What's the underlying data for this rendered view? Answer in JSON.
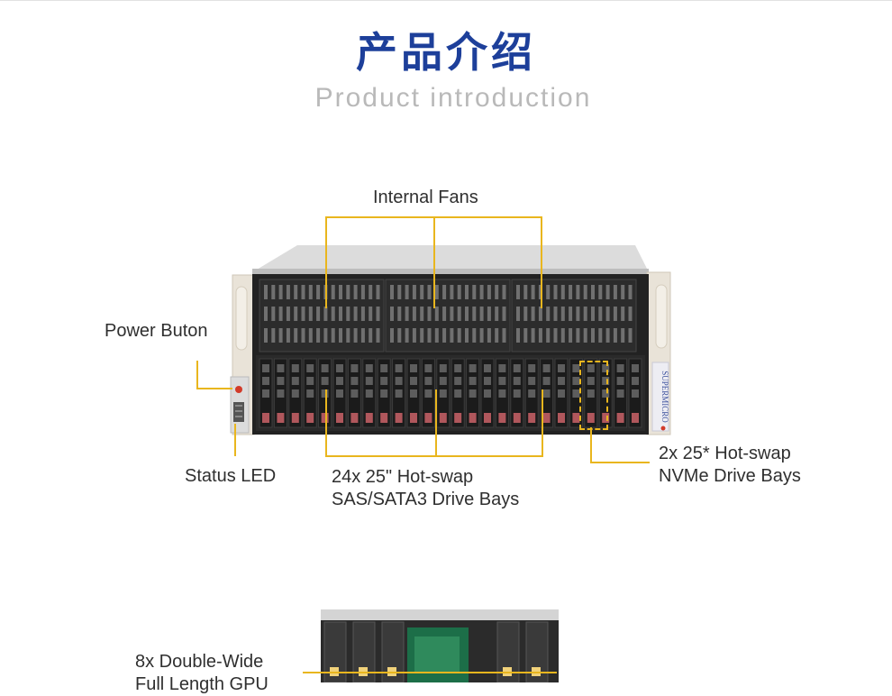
{
  "header": {
    "title_cn": "产品介绍",
    "title_en": "Product introduction"
  },
  "callouts": {
    "internal_fans": "Internal Fans",
    "power_button": "Power Buton",
    "status_led": "Status LED",
    "sas_bays_line1": "24x 25\" Hot-swap",
    "sas_bays_line2": "SAS/SATA3 Drive Bays",
    "nvme_bays_line1": "2x 25* Hot-swap",
    "nvme_bays_line2": "NVMe Drive Bays",
    "gpu_line1": "8x Double-Wide",
    "gpu_line2": "Full Length GPU"
  },
  "server": {
    "brand": "SUPERMICRO"
  },
  "colors": {
    "title": "#1d3f9a",
    "subtitle": "#b9b9b9",
    "callout_line": "#e9b61e",
    "drive_latch": "#b0575c"
  }
}
